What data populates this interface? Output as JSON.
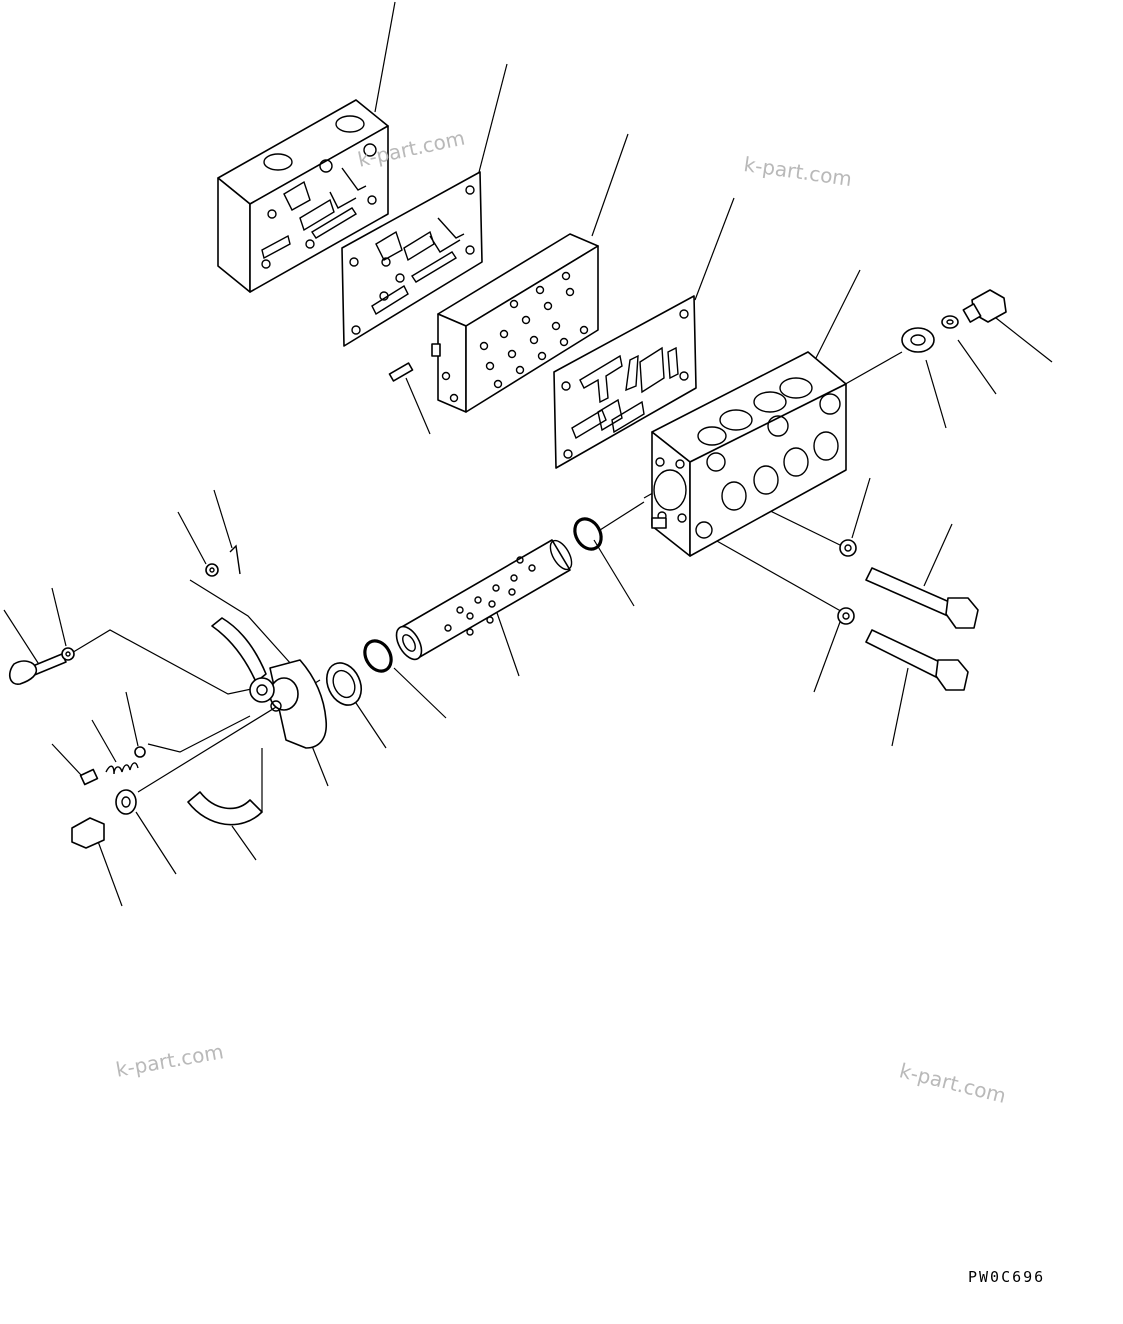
{
  "watermarks": [
    "k-part.com",
    "k-part.com",
    "k-part.com",
    "k-part.com"
  ],
  "figure_code": "PW0C696",
  "icons": [
    "cover-plate",
    "gasket",
    "spacer-plate",
    "gasket",
    "valve-body",
    "spool",
    "o-ring",
    "lever",
    "bolt",
    "washer",
    "plug",
    "spring",
    "ball",
    "pin"
  ]
}
